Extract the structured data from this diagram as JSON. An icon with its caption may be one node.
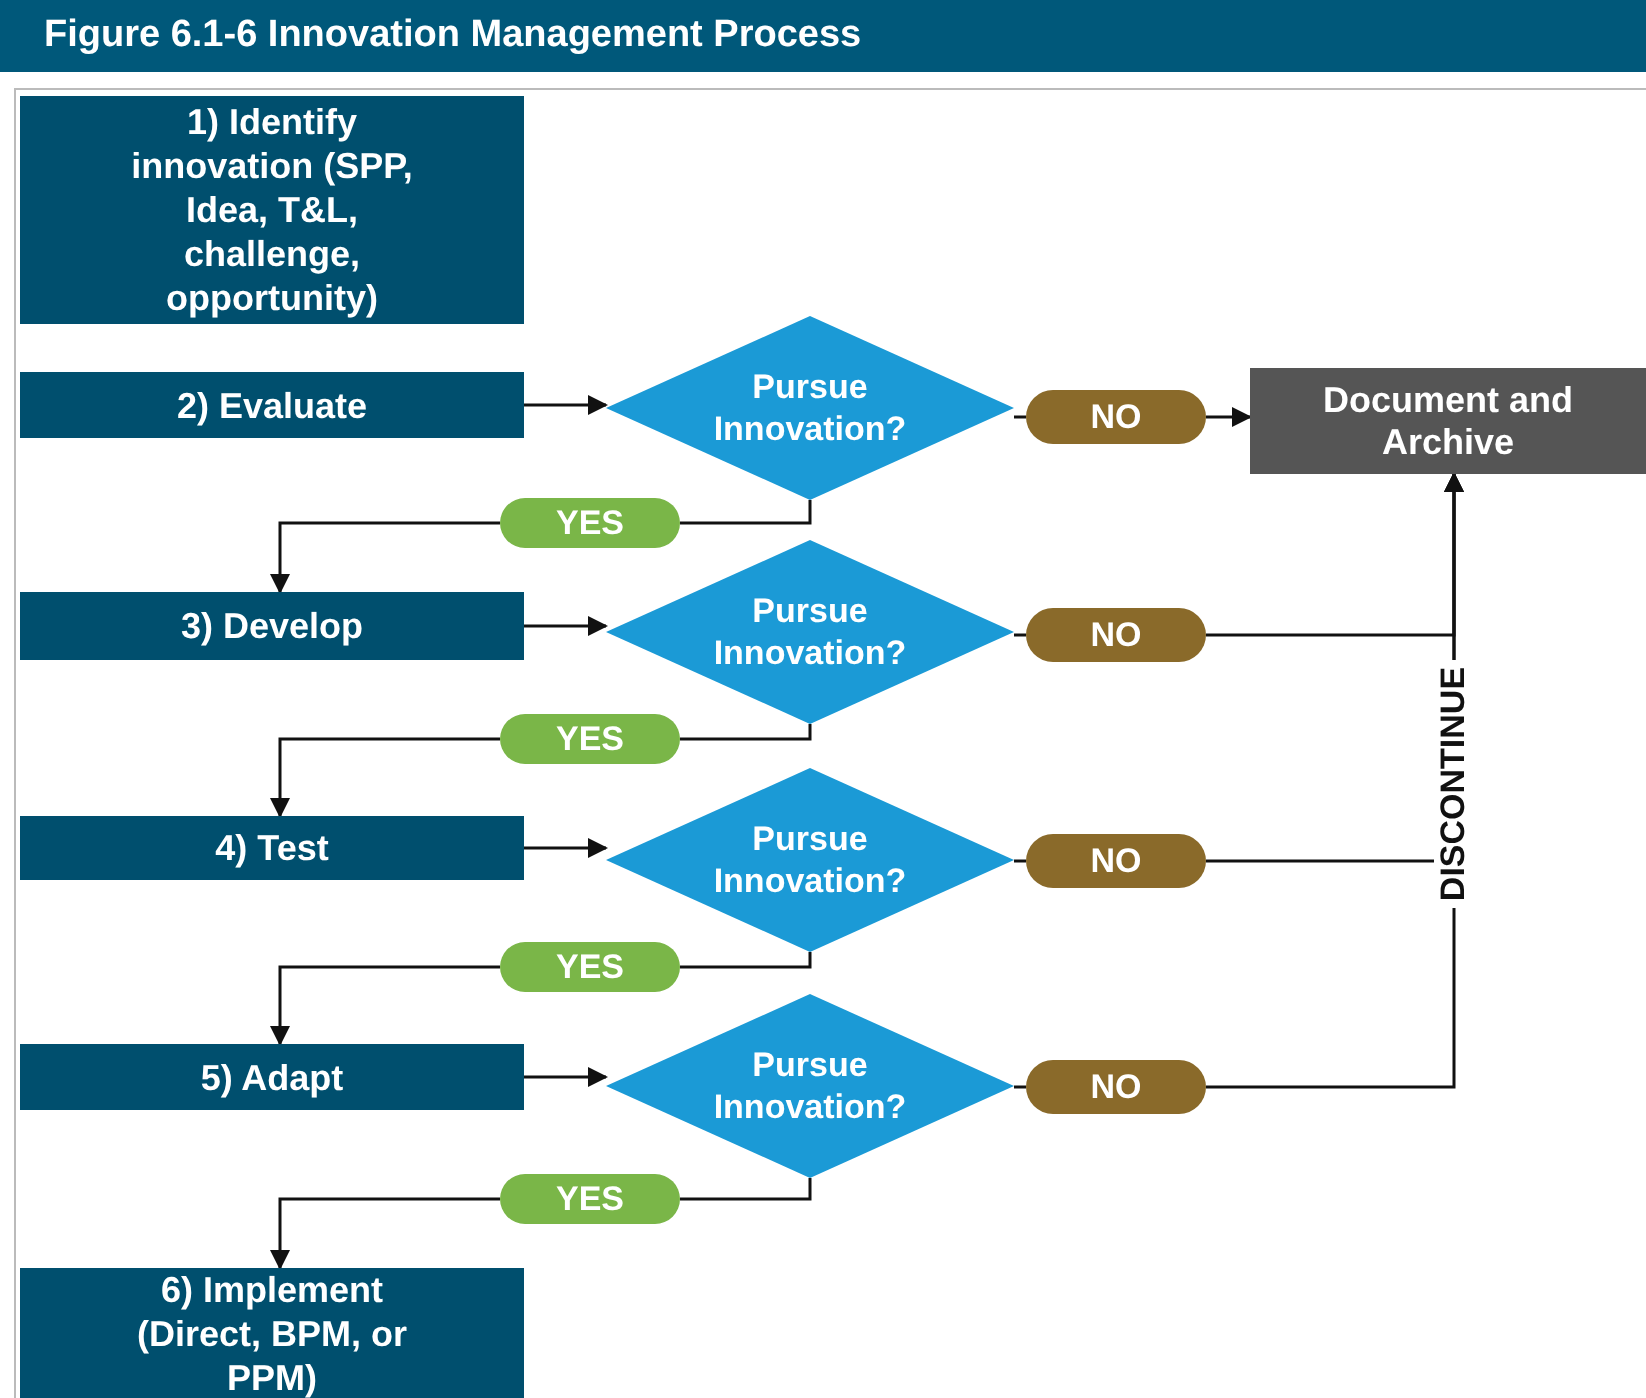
{
  "diagram": {
    "title": "Figure 6.1-6 Innovation Management Process",
    "nodes": [
      {
        "text": [
          "1) Identify innovation (SPP, Idea, T&L, challenge, opportunity)"
        ]
      },
      {
        "text": [
          "2) Evaluate"
        ]
      },
      {
        "text": [
          "Pursue Innovation?"
        ]
      },
      {
        "text": [
          "NO"
        ]
      },
      {
        "text": [
          "Document and Archive"
        ]
      },
      {
        "text": [
          "YES"
        ]
      },
      {
        "text": [
          "3) Develop"
        ]
      },
      {
        "text": [
          "Pursue Innovation?"
        ]
      },
      {
        "text": [
          "NO"
        ]
      },
      {
        "text": [
          "YES"
        ]
      },
      {
        "text": [
          "4) Test"
        ]
      },
      {
        "text": [
          "Pursue Innovation?"
        ]
      },
      {
        "text": [
          "NO"
        ]
      },
      {
        "text": [
          "YES"
        ]
      },
      {
        "text": [
          "5) Adapt"
        ]
      },
      {
        "text": [
          "Pursue Innovation?"
        ]
      },
      {
        "text": [
          "NO"
        ]
      },
      {
        "text": [
          "YES"
        ]
      },
      {
        "text": [
          "6) Implement (Direct, BPM, or PPM)"
        ]
      }
    ],
    "edges": [
      {
        "from": 1,
        "to": 2,
        "arrow": "to"
      },
      {
        "from": 2,
        "to": 3,
        "arrow": "none"
      },
      {
        "from": 3,
        "to": 4,
        "arrow": "to"
      },
      {
        "from": 2,
        "to": 5,
        "arrow": "none"
      },
      {
        "from": 5,
        "to": 6,
        "arrow": "to"
      },
      {
        "from": 6,
        "to": 7,
        "arrow": "to"
      },
      {
        "from": 7,
        "to": 8,
        "arrow": "none"
      },
      {
        "from": 8,
        "to": 4,
        "arrow": "to"
      },
      {
        "from": 7,
        "to": 9,
        "arrow": "none"
      },
      {
        "from": 9,
        "to": 10,
        "arrow": "to"
      },
      {
        "from": 10,
        "to": 11,
        "arrow": "to"
      },
      {
        "from": 11,
        "to": 12,
        "arrow": "none"
      },
      {
        "from": 12,
        "to": 4,
        "arrow": "to"
      },
      {
        "from": 11,
        "to": 13,
        "arrow": "none"
      },
      {
        "from": 13,
        "to": 14,
        "arrow": "to"
      },
      {
        "from": 14,
        "to": 15,
        "arrow": "to"
      },
      {
        "from": 15,
        "to": 16,
        "arrow": "none"
      },
      {
        "from": 16,
        "to": 4,
        "arrow": "to"
      },
      {
        "from": 15,
        "to": 17,
        "arrow": "none"
      },
      {
        "from": 17,
        "to": 18,
        "arrow": "to"
      }
    ],
    "labels": [
      "DISCONTINUE"
    ]
  }
}
